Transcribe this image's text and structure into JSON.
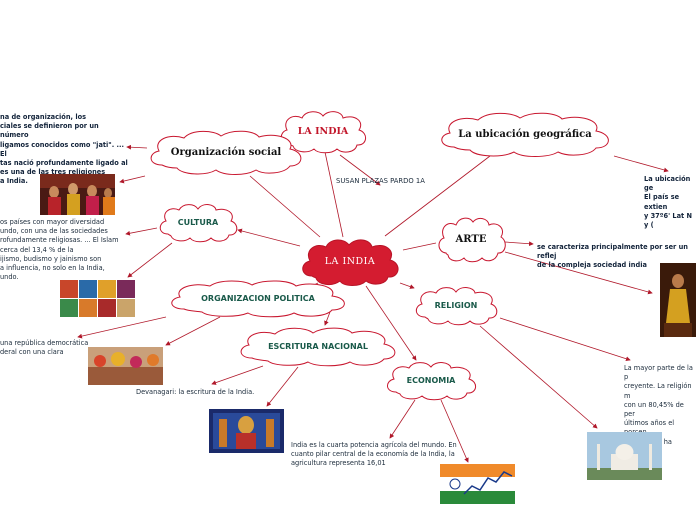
{
  "center": {
    "label": "LA INDIA",
    "author": "SUSAN PLAZAS PARDO 1A"
  },
  "nodes": {
    "la_india_top": "LA INDIA",
    "ubicacion": "La ubicación geográfica",
    "organizacion_social": "Organización social",
    "cultura": "CULTURA",
    "arte": "ARTE",
    "religion": "RELIGION",
    "organizacion_politica": "ORGANIZACION POLITICA",
    "escritura": "ESCRITURA NACIONAL",
    "economia": "ECONOMIA"
  },
  "notes": {
    "organizacion_social": [
      "na de organización, los",
      "ciales se definieron por un número",
      "ligamos conocidos como \"jati\". ... El",
      "tas nació profundamente ligado al",
      "es una de las tres religiones",
      "a India."
    ],
    "cultura": [
      "os países con mayor diversidad",
      "undo, con una de las sociedades",
      "rofundamente religiosas. ... El Islam",
      "cerca del 13,4 % de la",
      "ijismo, budismo y jainismo son",
      "a influencia, no solo en la India,",
      "undo."
    ],
    "politica": [
      "una república democrática",
      "deral con una clara"
    ],
    "escritura": [
      "Devanagari: la escritura de la India."
    ],
    "ubicacion": [
      "La ubicación ge",
      "El país se extien",
      "y 37º6' Lat N y ("
    ],
    "arte": [
      "se caracteriza principalmente por ser un reflej",
      "de la compleja sociedad india"
    ],
    "religion": [
      "La mayor parte de la p",
      "creyente. La religión m",
      "con un 80,45% de per",
      "últimos años el porcen",
      "mantenido, ha pasado"
    ],
    "economia": [
      "India es la cuarta potencia agrícola del mundo. En",
      "cuanto pilar central de la economía de la India, la",
      "agricultura representa 16,01"
    ]
  },
  "colors": {
    "edge": "#b0182a",
    "cloud_stroke": "#c8172f",
    "center_fill": "#d41c30",
    "title_red": "#c2172b",
    "label_green": "#1a5a4a"
  },
  "images": [
    "dancers-photo",
    "culture-collage-photo",
    "festival-photo",
    "temple-deity-photo",
    "dancer-photo",
    "taj-mahal-photo",
    "economy-chart-photo"
  ]
}
